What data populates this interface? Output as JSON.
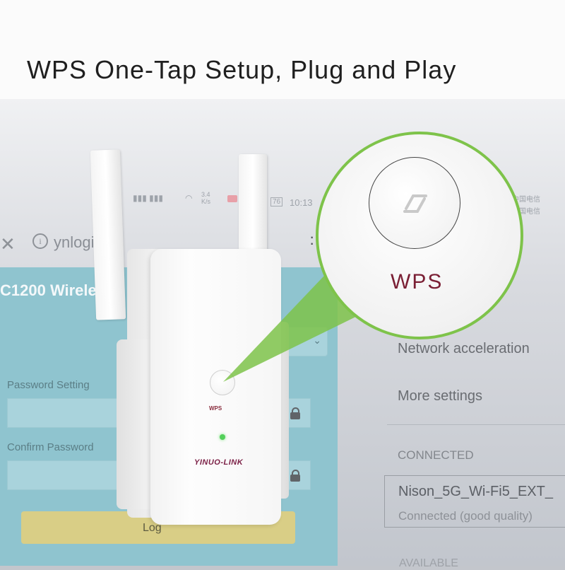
{
  "headline": "WPS One-Tap Setup, Plug and Play",
  "status_bar": {
    "speed_value": "3.4",
    "speed_unit": "K/s",
    "battery": "76",
    "time": "10:13",
    "carrier_right": "中国电信"
  },
  "browser": {
    "close_glyph": "✕",
    "info_glyph": "i",
    "url": "ynlogi",
    "menu_glyph": "⋮"
  },
  "form": {
    "title": "C1200 Wirele",
    "password_label": "Password Setting",
    "confirm_label": "Confirm Password",
    "login_label": "Log"
  },
  "settings": {
    "network_acceleration": "Network acceleration",
    "more_settings": "More settings",
    "connected_header": "CONNECTED",
    "network_name": "Nison_5G_Wi-Fi5_EXT_",
    "network_status": "Connected (good quality)",
    "available_header": "AVAILABLE"
  },
  "device": {
    "wps_label": "WPS",
    "brand": "YINUO-LINK",
    "led_color": "#53d05a"
  },
  "zoom": {
    "wps_label": "WPS",
    "ring_color": "#7ec34a"
  }
}
